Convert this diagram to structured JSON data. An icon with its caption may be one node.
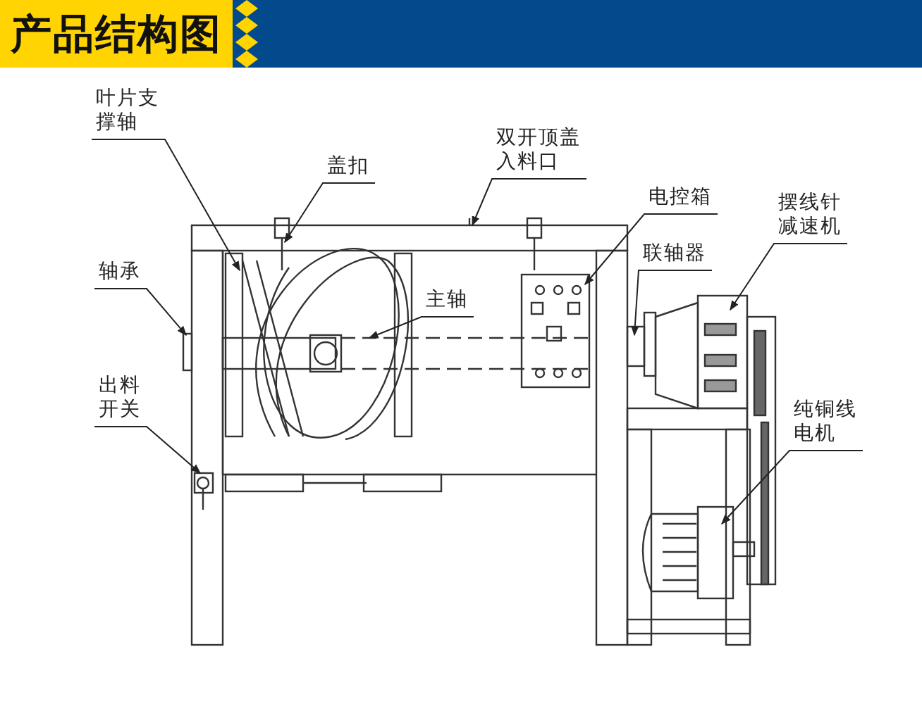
{
  "diagram": {
    "title": "产品结构图",
    "nodes": [
      {
        "text": [
          "叶片支撑轴"
        ]
      },
      {
        "text": [
          "盖扣"
        ]
      },
      {
        "text": [
          "双开顶盖入料口"
        ]
      },
      {
        "text": [
          "电控箱"
        ]
      },
      {
        "text": [
          "摆线针减速机"
        ]
      },
      {
        "text": [
          "联轴器"
        ]
      },
      {
        "text": [
          "轴承"
        ]
      },
      {
        "text": [
          "主轴"
        ]
      },
      {
        "text": [
          "出料开关"
        ]
      },
      {
        "text": [
          "纯铜线电机"
        ]
      }
    ],
    "edges": [
      {
        "from": 0,
        "to": null,
        "arrow": "to"
      },
      {
        "from": 1,
        "to": null,
        "arrow": "to"
      },
      {
        "from": 2,
        "to": null,
        "arrow": "to"
      },
      {
        "from": 3,
        "to": null,
        "arrow": "to"
      },
      {
        "from": 4,
        "to": null,
        "arrow": "to"
      },
      {
        "from": 5,
        "to": null,
        "arrow": "to"
      },
      {
        "from": 6,
        "to": null,
        "arrow": "to"
      },
      {
        "from": 7,
        "to": null,
        "arrow": "to"
      },
      {
        "from": 8,
        "to": null,
        "arrow": "to"
      },
      {
        "from": 9,
        "to": null,
        "arrow": "to"
      }
    ]
  }
}
